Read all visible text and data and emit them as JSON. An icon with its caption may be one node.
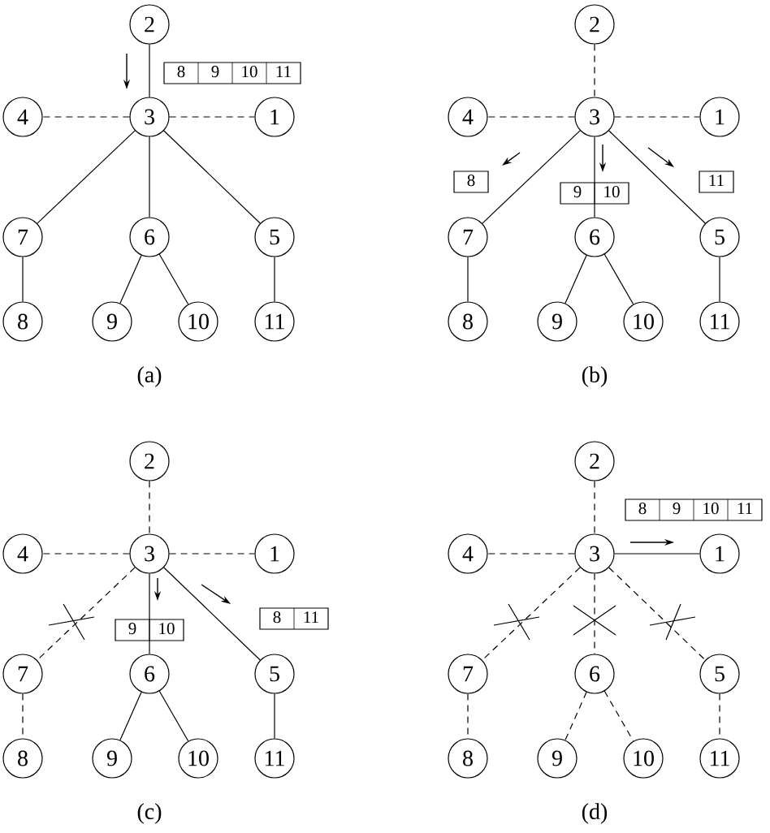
{
  "diagram": {
    "nodes": [
      {
        "text": [
          "2"
        ]
      },
      {
        "text": [
          "4"
        ]
      },
      {
        "text": [
          "3"
        ]
      },
      {
        "text": [
          "1"
        ]
      },
      {
        "text": [
          "7"
        ]
      },
      {
        "text": [
          "6"
        ]
      },
      {
        "text": [
          "5"
        ]
      },
      {
        "text": [
          "8"
        ]
      },
      {
        "text": [
          "9"
        ]
      },
      {
        "text": [
          "10"
        ]
      },
      {
        "text": [
          "11"
        ]
      },
      {
        "text": [
          "8",
          "9",
          "10",
          "11"
        ]
      },
      {
        "text": [
          "2"
        ]
      },
      {
        "text": [
          "4"
        ]
      },
      {
        "text": [
          "3"
        ]
      },
      {
        "text": [
          "1"
        ]
      },
      {
        "text": [
          "7"
        ]
      },
      {
        "text": [
          "6"
        ]
      },
      {
        "text": [
          "5"
        ]
      },
      {
        "text": [
          "8"
        ]
      },
      {
        "text": [
          "9"
        ]
      },
      {
        "text": [
          "10"
        ]
      },
      {
        "text": [
          "11"
        ]
      },
      {
        "text": [
          "8"
        ]
      },
      {
        "text": [
          "9",
          "10"
        ]
      },
      {
        "text": [
          "11"
        ]
      },
      {
        "text": [
          "2"
        ]
      },
      {
        "text": [
          "4"
        ]
      },
      {
        "text": [
          "3"
        ]
      },
      {
        "text": [
          "1"
        ]
      },
      {
        "text": [
          "7"
        ]
      },
      {
        "text": [
          "6"
        ]
      },
      {
        "text": [
          "5"
        ]
      },
      {
        "text": [
          "8"
        ]
      },
      {
        "text": [
          "9"
        ]
      },
      {
        "text": [
          "10"
        ]
      },
      {
        "text": [
          "11"
        ]
      },
      {
        "text": [
          "9",
          "10"
        ]
      },
      {
        "text": [
          "8",
          "11"
        ]
      },
      {
        "text": [
          "2"
        ]
      },
      {
        "text": [
          "4"
        ]
      },
      {
        "text": [
          "3"
        ]
      },
      {
        "text": [
          "1"
        ]
      },
      {
        "text": [
          "7"
        ]
      },
      {
        "text": [
          "6"
        ]
      },
      {
        "text": [
          "5"
        ]
      },
      {
        "text": [
          "8"
        ]
      },
      {
        "text": [
          "9"
        ]
      },
      {
        "text": [
          "10"
        ]
      },
      {
        "text": [
          "11"
        ]
      },
      {
        "text": [
          "8",
          "9",
          "10",
          "11"
        ]
      }
    ],
    "edges": [
      {
        "from": 0,
        "to": 2,
        "arrow": "none"
      },
      {
        "from": 2,
        "to": 1,
        "arrow": "none",
        "style": "dashed"
      },
      {
        "from": 2,
        "to": 3,
        "arrow": "none",
        "style": "dashed"
      },
      {
        "from": 2,
        "to": 4,
        "arrow": "none"
      },
      {
        "from": 2,
        "to": 5,
        "arrow": "none"
      },
      {
        "from": 2,
        "to": 6,
        "arrow": "none"
      },
      {
        "from": 4,
        "to": 7,
        "arrow": "none"
      },
      {
        "from": 5,
        "to": 8,
        "arrow": "none"
      },
      {
        "from": 5,
        "to": 9,
        "arrow": "none"
      },
      {
        "from": 6,
        "to": 10,
        "arrow": "none"
      },
      {
        "from": 12,
        "to": 14,
        "arrow": "none",
        "style": "dashed"
      },
      {
        "from": 14,
        "to": 13,
        "arrow": "none",
        "style": "dashed"
      },
      {
        "from": 14,
        "to": 15,
        "arrow": "none",
        "style": "dashed"
      },
      {
        "from": 14,
        "to": 16,
        "arrow": "none"
      },
      {
        "from": 14,
        "to": 17,
        "arrow": "none"
      },
      {
        "from": 14,
        "to": 18,
        "arrow": "none"
      },
      {
        "from": 16,
        "to": 19,
        "arrow": "none"
      },
      {
        "from": 17,
        "to": 20,
        "arrow": "none"
      },
      {
        "from": 17,
        "to": 21,
        "arrow": "none"
      },
      {
        "from": 18,
        "to": 22,
        "arrow": "none"
      },
      {
        "from": 26,
        "to": 28,
        "arrow": "none",
        "style": "dashed"
      },
      {
        "from": 28,
        "to": 27,
        "arrow": "none",
        "style": "dashed"
      },
      {
        "from": 28,
        "to": 29,
        "arrow": "none",
        "style": "dashed"
      },
      {
        "from": 28,
        "to": 30,
        "arrow": "none",
        "style": "dashed"
      },
      {
        "from": 28,
        "to": 31,
        "arrow": "none"
      },
      {
        "from": 28,
        "to": 32,
        "arrow": "none"
      },
      {
        "from": 30,
        "to": 33,
        "arrow": "none",
        "style": "dashed"
      },
      {
        "from": 31,
        "to": 34,
        "arrow": "none"
      },
      {
        "from": 31,
        "to": 35,
        "arrow": "none"
      },
      {
        "from": 32,
        "to": 36,
        "arrow": "none"
      },
      {
        "from": 39,
        "to": 41,
        "arrow": "none",
        "style": "dashed"
      },
      {
        "from": 41,
        "to": 40,
        "arrow": "none",
        "style": "dashed"
      },
      {
        "from": 41,
        "to": 42,
        "arrow": "none"
      },
      {
        "from": 41,
        "to": 43,
        "arrow": "none",
        "style": "dashed"
      },
      {
        "from": 41,
        "to": 44,
        "arrow": "none",
        "style": "dashed"
      },
      {
        "from": 41,
        "to": 45,
        "arrow": "none",
        "style": "dashed"
      },
      {
        "from": 43,
        "to": 46,
        "arrow": "none",
        "style": "dashed"
      },
      {
        "from": 44,
        "to": 47,
        "arrow": "none",
        "style": "dashed"
      },
      {
        "from": 44,
        "to": 48,
        "arrow": "none",
        "style": "dashed"
      },
      {
        "from": 45,
        "to": 49,
        "arrow": "none",
        "style": "dashed"
      }
    ],
    "labels": [
      "(a)",
      "(b)",
      "(c)",
      "(d)"
    ]
  }
}
